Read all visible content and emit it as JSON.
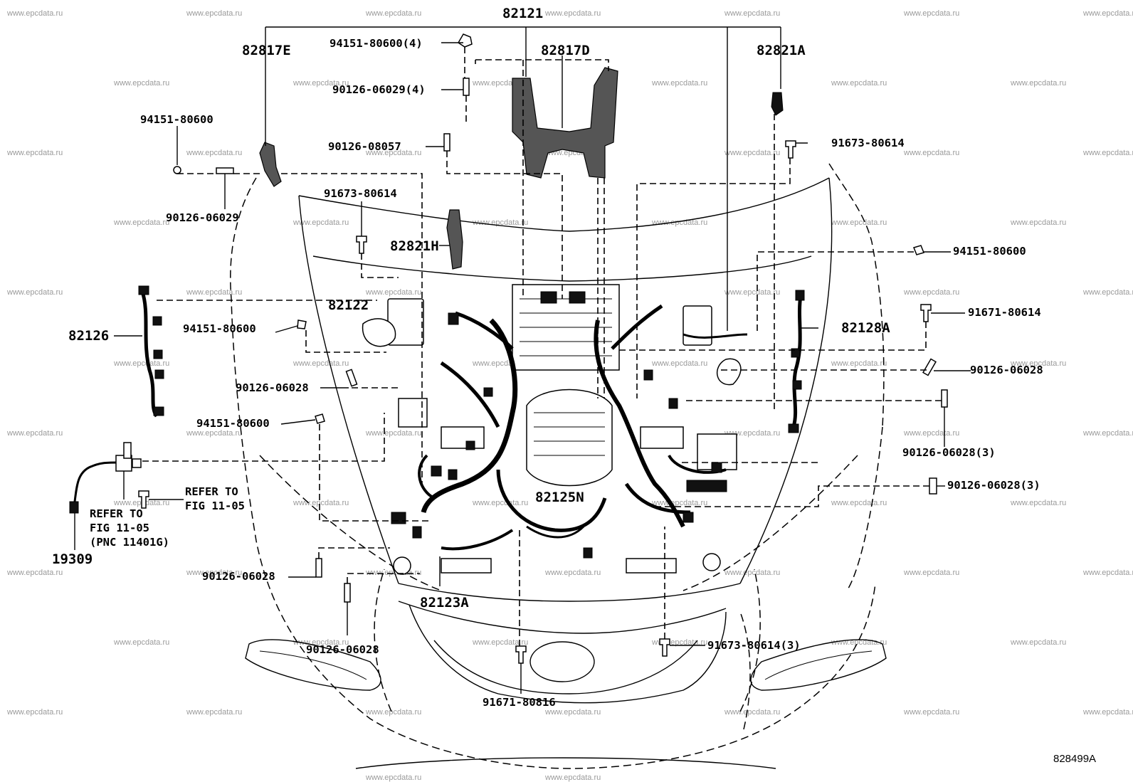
{
  "watermark": "www.epcdata.ru",
  "figure_id": "828499A",
  "labels": {
    "top_82121": "82121",
    "l_82817E": "82817E",
    "l_82817D": "82817D",
    "l_82821A": "82821A",
    "l_94151_80600_4": "94151-80600(4)",
    "l_90126_06029_4": "90126-06029(4)",
    "l_94151_80600_tl": "94151-80600",
    "l_90126_08057": "90126-08057",
    "l_91673_80614_tr": "91673-80614",
    "l_90126_06029": "90126-06029",
    "l_91673_80614_c": "91673-80614",
    "l_82821H": "82821H",
    "l_94151_80600_r": "94151-80600",
    "l_82122": "82122",
    "l_82126": "82126",
    "l_91671_80614": "91671-80614",
    "l_94151_80600_l": "94151-80600",
    "l_82128A": "82128A",
    "l_90126_06028_r": "90126-06028",
    "l_90126_06028_l": "90126-06028",
    "l_94151_80600_l2": "94151-80600",
    "l_90126_06028_3a": "90126-06028(3)",
    "l_refer1_a": "REFER TO",
    "l_refer1_b": "FIG 11-05",
    "l_refer2_a": "REFER TO",
    "l_refer2_b": "FIG 11-05",
    "l_refer2_c": "(PNC 11401G)",
    "l_90126_06028_3b": "90126-06028(3)",
    "l_82125N": "82125N",
    "l_19309": "19309",
    "l_90126_06028_bl": "90126-06028",
    "l_82123A": "82123A",
    "l_91673_80614_3": "91673-80614(3)",
    "l_90126_06028_b": "90126-06028",
    "l_91671_80816": "91671-80816"
  }
}
